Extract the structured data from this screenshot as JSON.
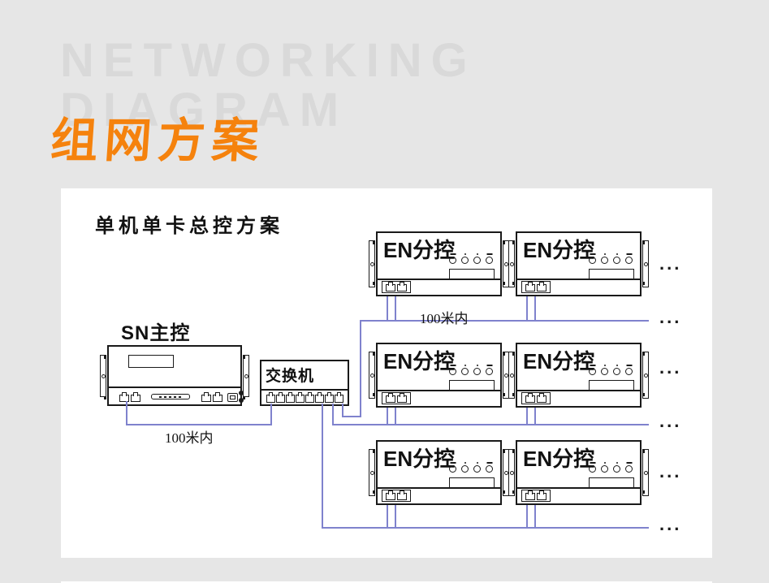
{
  "colors": {
    "page_bg": "#E6E6E6",
    "panel_bg": "#FFFFFF",
    "accent_orange": "#F5820D",
    "watermark_gray": "#D9D9D9",
    "ink": "#1A1A1A",
    "wire_purple": "#7F82CD"
  },
  "header": {
    "watermark_line1": "NETWORKING",
    "watermark_line2": "DIAGRAM",
    "title": "组网方案"
  },
  "diagram": {
    "title": "单机单卡总控方案",
    "master_label": "SN主控",
    "switch_label": "交换机",
    "slave_label": "EN分控",
    "distance_sn_to_switch": "100米内",
    "distance_switch_to_slaves": "100米内",
    "ellipsis": "..."
  }
}
